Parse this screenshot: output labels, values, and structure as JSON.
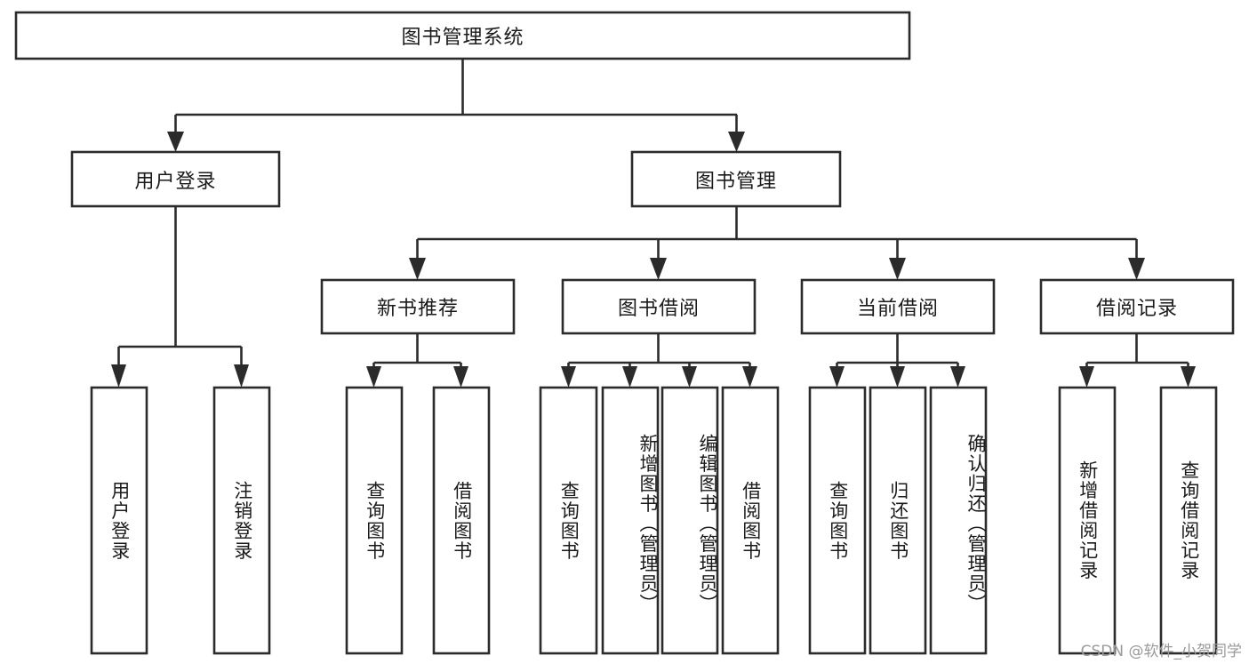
{
  "diagram": {
    "title": "图书管理系统",
    "watermark": "CSDN @软件_小贺同学",
    "colors": {
      "stroke": "#2b2b2b",
      "fill": "#ffffff",
      "text": "#1a1a1a",
      "watermark": "#9a9a9a",
      "background": "#ffffff"
    },
    "root": {
      "label": "图书管理系统",
      "orientation": "horizontal"
    },
    "level2": [
      {
        "label": "用户登录",
        "orientation": "horizontal"
      },
      {
        "label": "图书管理",
        "orientation": "horizontal"
      }
    ],
    "level3": [
      {
        "label": "新书推荐",
        "orientation": "horizontal",
        "parent": "图书管理"
      },
      {
        "label": "图书借阅",
        "orientation": "horizontal",
        "parent": "图书管理"
      },
      {
        "label": "当前借阅",
        "orientation": "horizontal",
        "parent": "图书管理"
      },
      {
        "label": "借阅记录",
        "orientation": "horizontal",
        "parent": "图书管理"
      }
    ],
    "leaves": [
      {
        "label": "用户登录",
        "orientation": "vertical",
        "parent": "用户登录"
      },
      {
        "label": "注销登录",
        "orientation": "vertical",
        "parent": "用户登录"
      },
      {
        "label": "查询图书",
        "orientation": "vertical",
        "parent": "新书推荐"
      },
      {
        "label": "借阅图书",
        "orientation": "vertical",
        "parent": "新书推荐"
      },
      {
        "label": "查询图书",
        "orientation": "vertical",
        "parent": "图书借阅"
      },
      {
        "label": "新增图书（管理员）",
        "orientation": "vertical",
        "parent": "图书借阅"
      },
      {
        "label": "编辑图书（管理员）",
        "orientation": "vertical",
        "parent": "图书借阅"
      },
      {
        "label": "借阅图书",
        "orientation": "vertical",
        "parent": "图书借阅"
      },
      {
        "label": "查询图书",
        "orientation": "vertical",
        "parent": "当前借阅"
      },
      {
        "label": "归还图书",
        "orientation": "vertical",
        "parent": "当前借阅"
      },
      {
        "label": "确认归还（管理员）",
        "orientation": "vertical",
        "parent": "当前借阅"
      },
      {
        "label": "新增借阅记录",
        "orientation": "vertical",
        "parent": "借阅记录"
      },
      {
        "label": "查询借阅记录",
        "orientation": "vertical",
        "parent": "借阅记录"
      }
    ]
  }
}
